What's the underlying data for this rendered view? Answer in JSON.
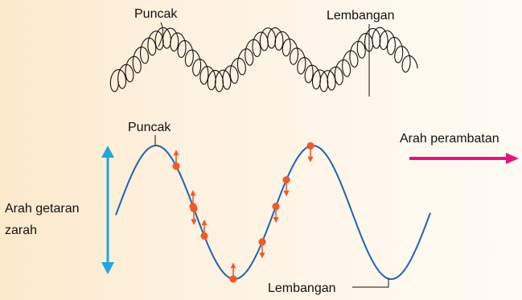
{
  "spring": {
    "crest_label": "Puncak",
    "trough_label": "Lembangan"
  },
  "wave": {
    "crest_label": "Puncak",
    "trough_label": "Lembangan",
    "propagation_label": "Arah perambatan",
    "vibration_label_line1": "Arah getaran",
    "vibration_label_line2": "zarah"
  },
  "colors": {
    "wave": "#1f64ad",
    "vibration_arrow": "#1fa6dc",
    "propagation_arrow": "#e2157e",
    "particle": "#ef5a2b",
    "particle_arrow": "#ef5a2b",
    "ink": "#111111"
  },
  "icons": {
    "vibration": "double-headed-vertical-arrow",
    "propagation": "right-arrow",
    "particle_motion": "small-arrows"
  }
}
